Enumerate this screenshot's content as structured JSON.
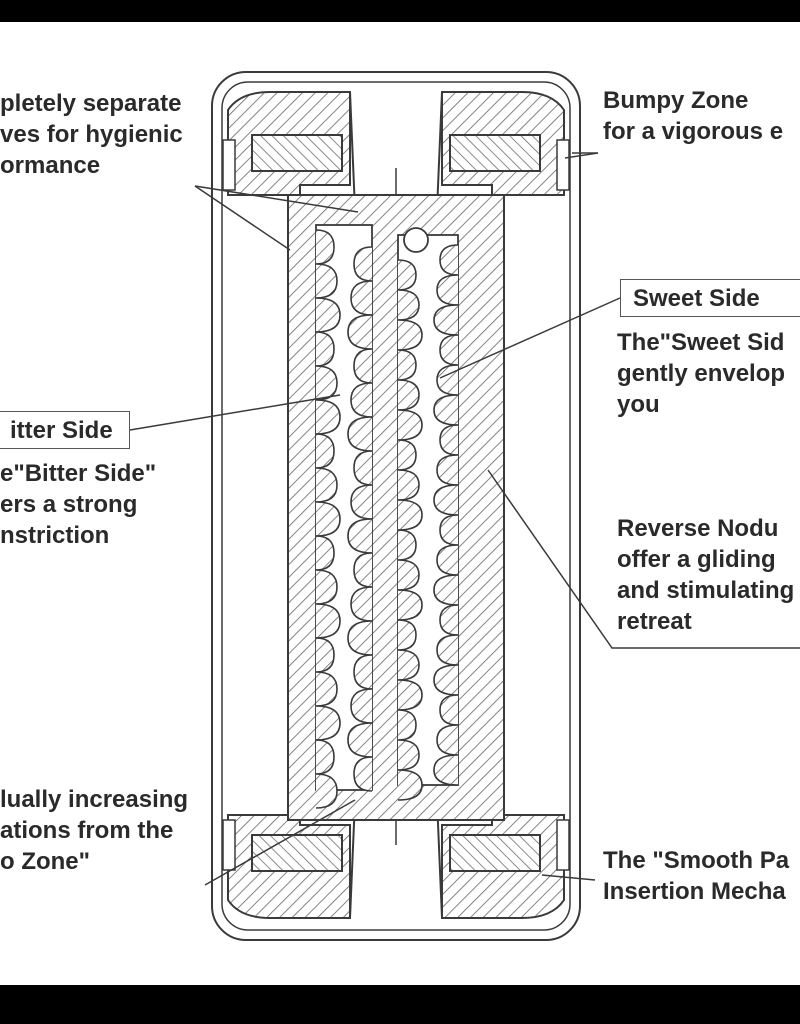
{
  "labels": {
    "hygienic": [
      "pletely separate",
      "ves for hygienic",
      "ormance"
    ],
    "bumpy": [
      "Bumpy Zone",
      "for a vigorous e"
    ],
    "sweet_title": "Sweet Side",
    "sweet_desc": [
      "The\"Sweet Sid",
      "gently envelop",
      "you"
    ],
    "bitter_title": "itter Side",
    "bitter_desc": [
      "e\"Bitter Side\"",
      "ers a strong",
      "nstriction"
    ],
    "reverse": [
      "Reverse Nodu",
      "offer a gliding",
      "and stimulating",
      "retreat"
    ],
    "gradual": [
      "lually increasing",
      "ations from the",
      "o Zone\""
    ],
    "smooth": [
      "The \"Smooth Pa",
      "Insertion Mecha"
    ]
  },
  "colors": {
    "line": "#3a3a3a",
    "text": "#2a2a2a",
    "frame": "#000000"
  }
}
